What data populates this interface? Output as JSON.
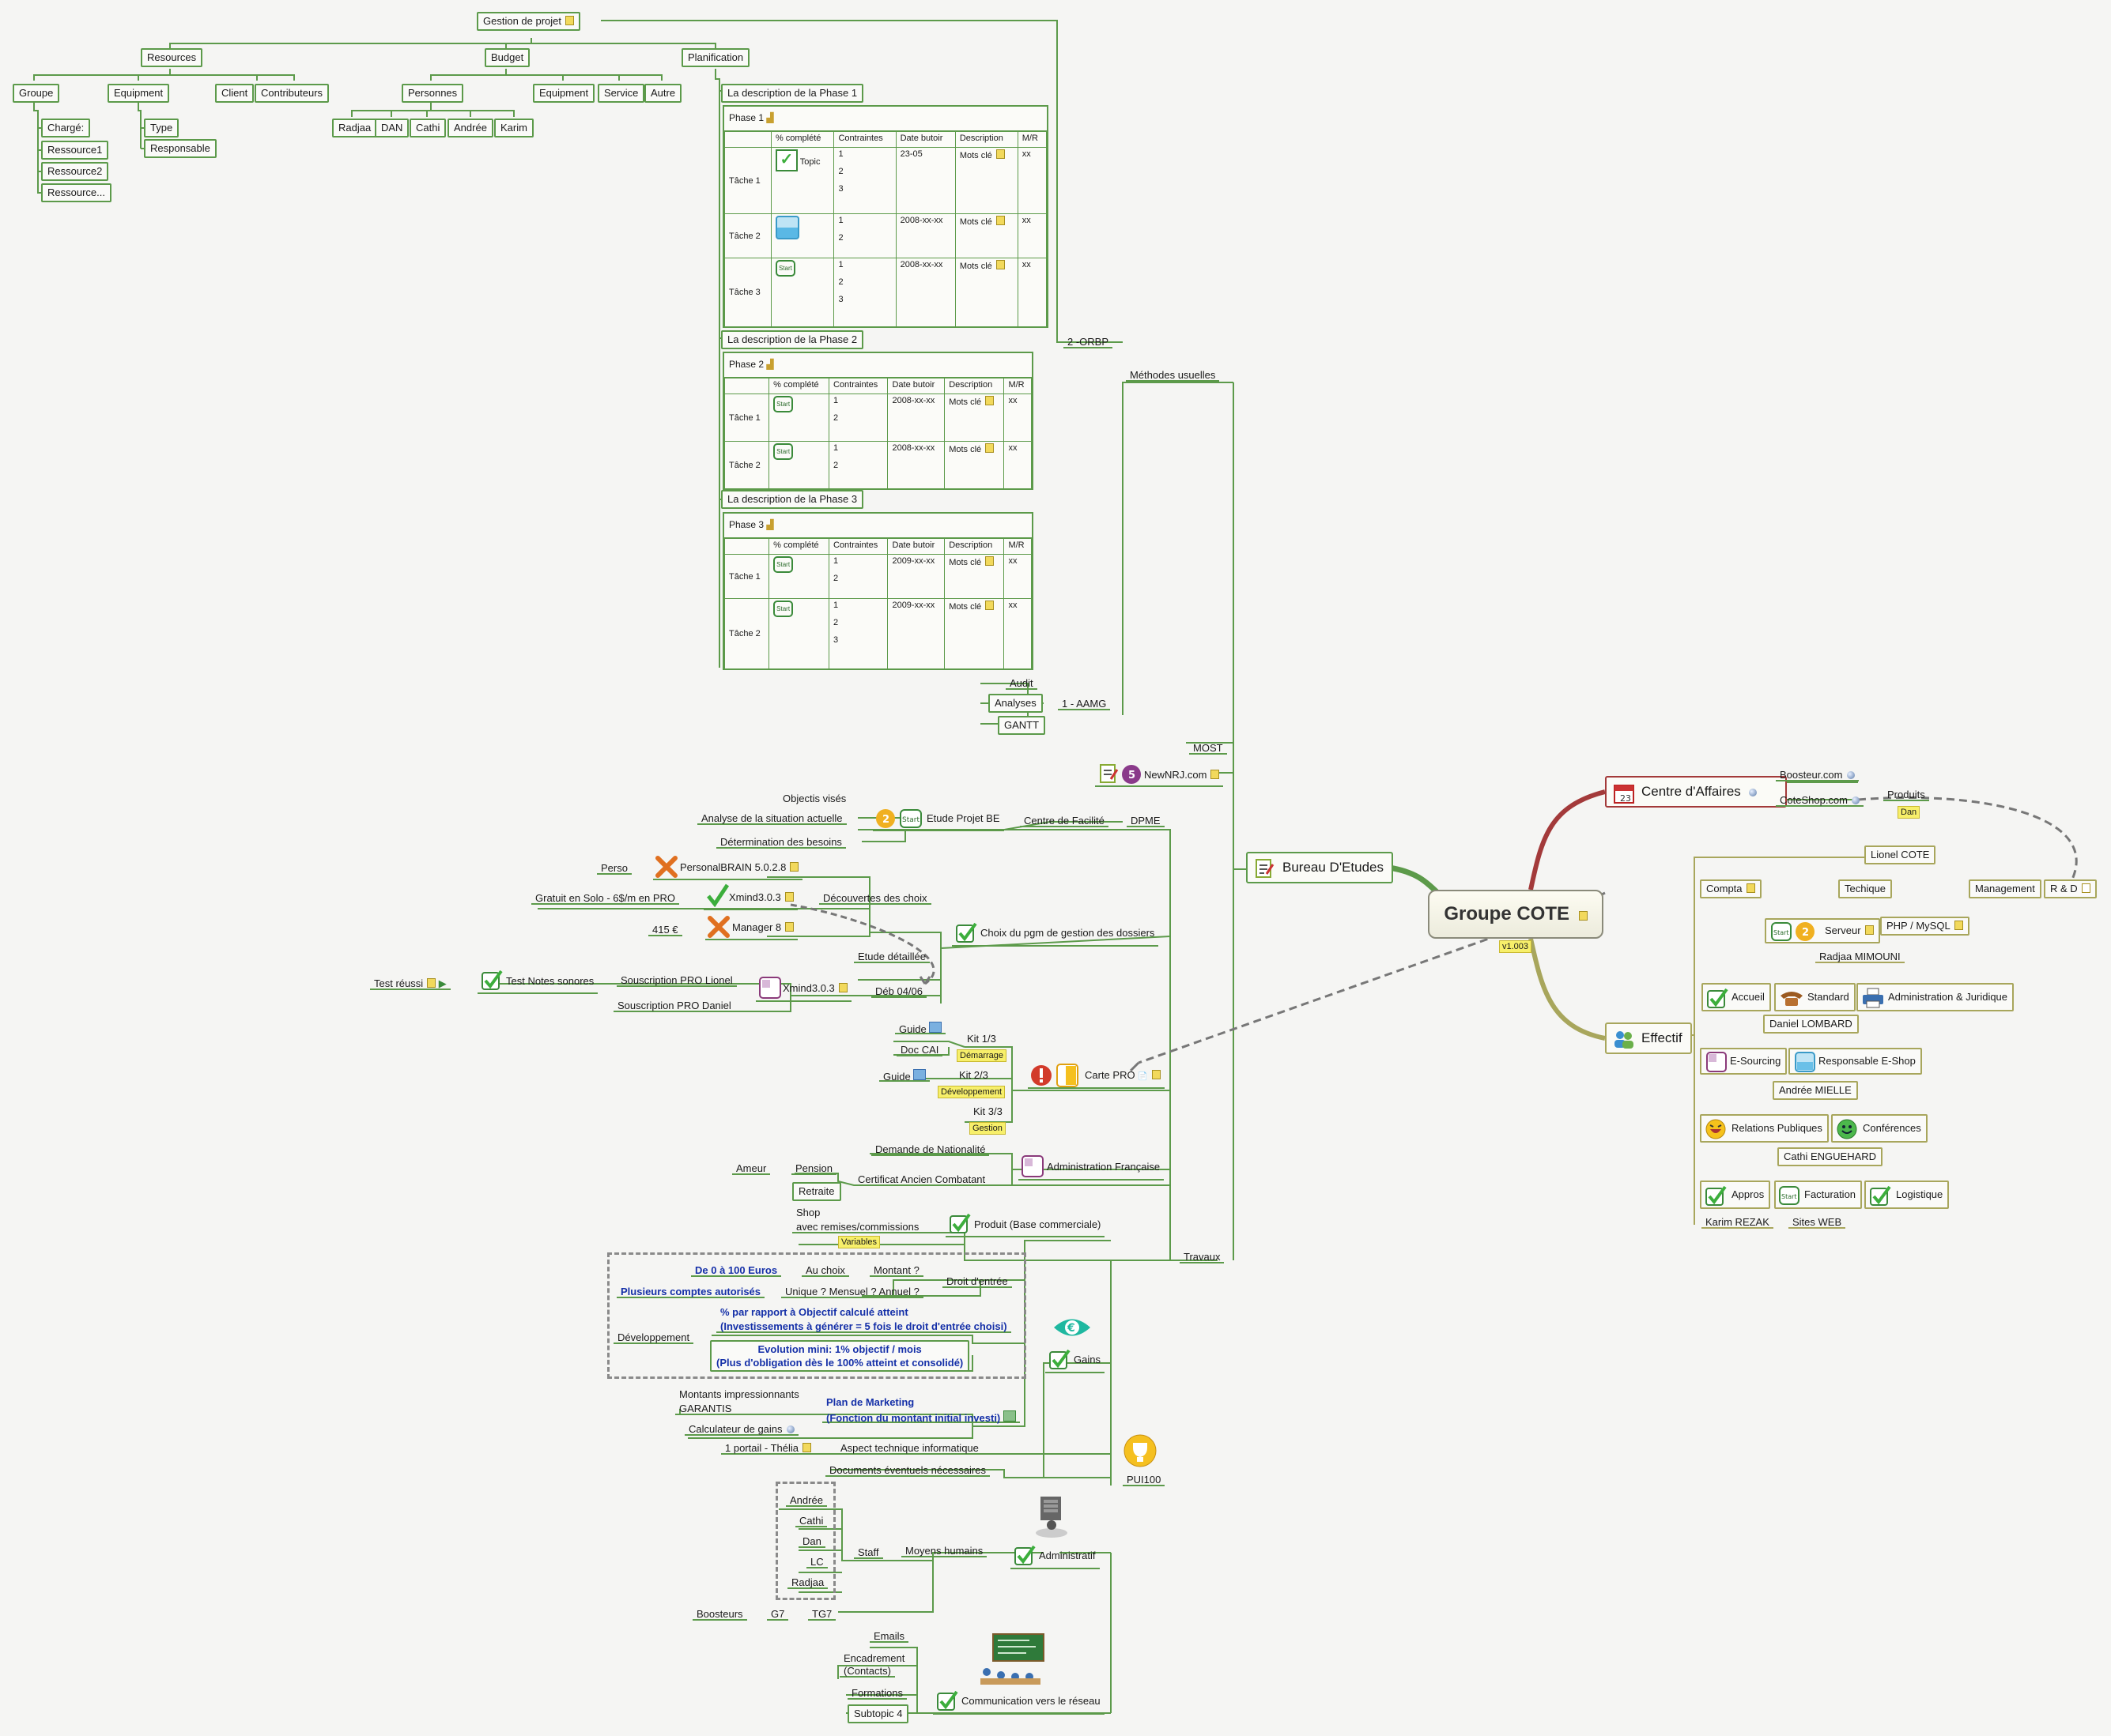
{
  "colors": {
    "green": "#5c9a4a",
    "red": "#a33a3a",
    "olive": "#a8a65c",
    "note": "#f2d95c",
    "label": "#f7ef6a",
    "blue_text": "#1530a8"
  },
  "central": {
    "title": "Groupe COTE",
    "version": "v1.003"
  },
  "branches": {
    "centre": {
      "title": "Centre d'Affaires",
      "boosteur": "Boosteur.com",
      "coteshop": "CoteShop.com",
      "produits": "Produits",
      "dan": "Dan"
    },
    "bureau": {
      "title": "Bureau D'Etudes"
    },
    "effectif": {
      "title": "Effectif",
      "lionel": "Lionel COTE",
      "compta": "Compta",
      "techique": "Techique",
      "management": "Management",
      "rd": "R & D",
      "serveur": "Serveur",
      "php": "PHP / MySQL",
      "radjaa": "Radjaa MIMOUNI",
      "accueil": "Accueil",
      "standard": "Standard",
      "admin_jur": "Administration & Juridique",
      "daniel": "Daniel LOMBARD",
      "esourcing": "E-Sourcing",
      "resp_eshop": "Responsable E-Shop",
      "andree": "Andrée MIELLE",
      "rel_pub": "Relations Publiques",
      "conferences": "Conférences",
      "cathi": "Cathi ENGUEHARD",
      "appros": "Appros",
      "facturation": "Facturation",
      "logistique": "Logistique",
      "karim": "Karim REZAK",
      "sites_web": "Sites WEB"
    }
  },
  "gestion": {
    "root": "Gestion de projet",
    "resources": "Resources",
    "budget": "Budget",
    "planification": "Planification",
    "groupe": "Groupe",
    "equipment1": "Equipment",
    "client": "Client",
    "contributeurs": "Contributeurs",
    "personnes": "Personnes",
    "equipment2": "Equipment",
    "service": "Service",
    "autre": "Autre",
    "charge": "Chargé:",
    "ress1": "Ressource1",
    "ress2": "Ressource2",
    "ress3": "Ressource...",
    "type": "Type",
    "responsable": "Responsable",
    "radjaa": "Radjaa",
    "dan": "DAN",
    "cathi": "Cathi",
    "andree": "Andrée",
    "karim": "Karim"
  },
  "methodes": {
    "title": "Méthodes usuelles",
    "orbp": "2 -ORBP",
    "aamg": "1 - AAMG",
    "audit": "Audit",
    "analyses": "Analyses",
    "gantt": "GANTT",
    "desc1": "La description de la Phase 1",
    "desc2": "La description de la Phase 2",
    "desc3": "La description de la Phase 3",
    "phase1": "Phase 1",
    "phase2": "Phase 2",
    "phase3": "Phase 3",
    "headers": [
      "% complété",
      "Contraintes",
      "Date butoir",
      "Description",
      "M/R"
    ],
    "p1t1": "Tâche 1",
    "p1t2": "Tâche 2",
    "p1t3": "Tâche 3",
    "topic": "Topic",
    "d1": "23-05",
    "d2": "2008-xx-xx",
    "d3": "2008-xx-xx",
    "d4": "2008-xx-xx",
    "d5": "2008-xx-xx",
    "d6": "2009-xx-xx",
    "d7": "2009-xx-xx",
    "mots": "Mots clé",
    "xx": "xx",
    "start": "Start",
    "c1": "1",
    "c2": "2",
    "c3": "3"
  },
  "dpme": {
    "most": "MOST",
    "newnrj": "NewNRJ.com",
    "dpme": "DPME",
    "centre_fac": "Centre de Facilité",
    "etude": "Etude Projet BE",
    "obj": "Objectis visés",
    "analyse": "Analyse de la situation actuelle",
    "determination": "Détermination des besoins"
  },
  "choix": {
    "title": "Choix du pgm de gestion des dossiers",
    "decouvertes": "Découvertes des choix",
    "perso": "Perso",
    "pb": "PersonalBRAIN 5.0.2.8",
    "gratuit": "Gratuit en Solo - 6$/m en PRO",
    "xmind": "Xmind3.0.3",
    "prix": "415 €",
    "manager": "Manager 8",
    "etude_det": "Etude détaillée",
    "deb": "Déb 04/06",
    "xmind2": "Xmind3.0.3",
    "sous_lionel": "Souscription PRO Lionel",
    "sous_daniel": "Souscription PRO Daniel",
    "test_notes": "Test Notes sonores",
    "test_reussi": "Test réussi"
  },
  "carte": {
    "title": "Carte PRO",
    "kit1": "Kit 1/3",
    "demarrage": "Démarrage",
    "guide1": "Guide",
    "doc_cai": "Doc CAI",
    "kit2": "Kit 2/3",
    "developpement": "Développement",
    "guide2": "Guide",
    "kit3": "Kit 3/3",
    "gestion": "Gestion"
  },
  "admin_fr": {
    "title": "Administration Française",
    "demande": "Demande de Nationalité",
    "certificat": "Certificat Ancien Combatant",
    "pension": "Pension",
    "ameur": "Ameur",
    "retraite": "Retraite"
  },
  "travaux": {
    "title": "Travaux",
    "pui": "PUI100"
  },
  "produit": {
    "title": "Produit (Base commerciale)",
    "shop": "Shop",
    "avec": "avec remises/commissions",
    "variables": "Variables"
  },
  "gains": {
    "title": "Gains",
    "droit": "Droit d'entrée",
    "montant": "Montant ?",
    "au_choix": "Au choix",
    "de0": "De 0 à 100 Euros",
    "unique": "Unique ? Mensuel ? Annuel ?",
    "plusieurs": "Plusieurs comptes autorisés",
    "pct1": "% par rapport à Objectif calculé atteint",
    "pct2": "(Investissements à générer = 5 fois le droit d'entrée choisi)",
    "dev": "Développement",
    "evo1": "Evolution mini: 1% objectif / mois",
    "evo2": "(Plus d'obligation dès le 100% atteint et consolidé)",
    "plan1": "Plan de Marketing",
    "plan2": "(Fonction du montant initial investi)",
    "montants": "Montants impressionnants",
    "garantis": "GARANTIS",
    "calculateur": "Calculateur de gains"
  },
  "aspect": {
    "title": "Aspect technique informatique",
    "portail": "1 portail - Thélia"
  },
  "administratif": {
    "title": "Administratif",
    "docs": "Documents éventuels nécessaires",
    "moyens": "Moyens humains",
    "staff": "Staff",
    "andree": "Andrée",
    "cathi": "Cathi",
    "dan": "Dan",
    "lc": "LC",
    "radjaa": "Radjaa",
    "boosteurs": "Boosteurs",
    "g7": "G7",
    "tg7": "TG7"
  },
  "communication": {
    "title": "Communication vers le réseau",
    "emails": "Emails",
    "encad1": "Encadrement",
    "encad2": "(Contacts)",
    "formations": "Formations",
    "subtopic": "Subtopic 4"
  }
}
